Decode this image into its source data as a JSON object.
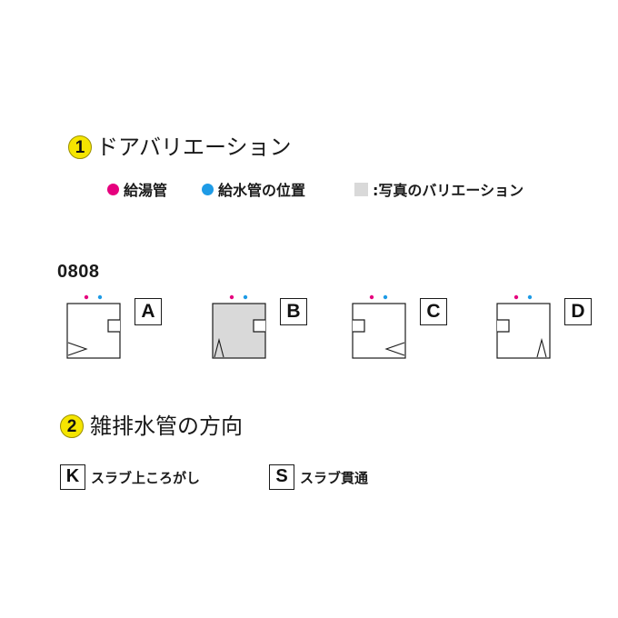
{
  "section1": {
    "number": "1",
    "title": "ドアバリエーション"
  },
  "legend": {
    "hot": {
      "label": "給湯管",
      "color": "#e6007e"
    },
    "cold": {
      "label": "給水管の位置",
      "color": "#1e9be6"
    },
    "photo": {
      "label": ":写真のバリエーション",
      "color": "#d9d9d9"
    }
  },
  "model": "0808",
  "variants": [
    {
      "letter": "A",
      "door": "left",
      "shelf": "right",
      "highlighted": false
    },
    {
      "letter": "B",
      "door": "bottom",
      "shelf": "right",
      "highlighted": true
    },
    {
      "letter": "C",
      "door": "right",
      "shelf": "left",
      "highlighted": false
    },
    {
      "letter": "D",
      "door": "bottom",
      "shelf": "left",
      "highlighted": false
    }
  ],
  "section2": {
    "number": "2",
    "title": "雑排水管の方向"
  },
  "drain_options": [
    {
      "letter": "K",
      "label": "スラブ上ころがし"
    },
    {
      "letter": "S",
      "label": "スラブ貫通"
    }
  ]
}
